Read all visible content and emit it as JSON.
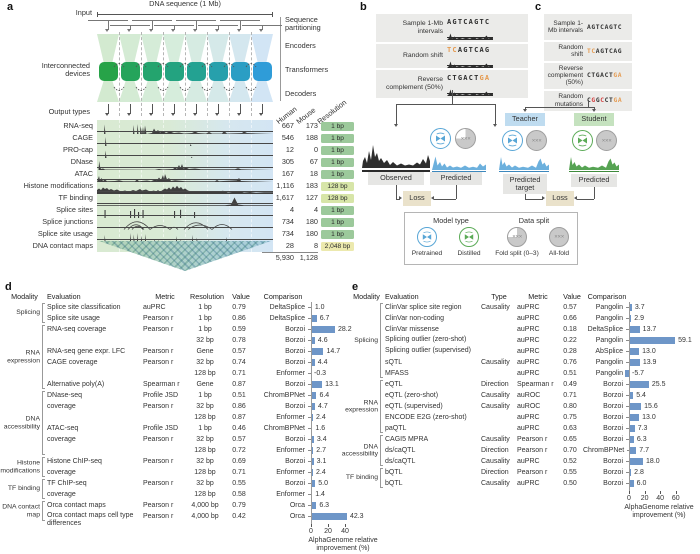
{
  "panel_a": {
    "label": "a",
    "input_label": "Input",
    "dna_sequence_label": "DNA sequence (1 Mb)",
    "interconnected_label": "Interconnected devices",
    "stage_labels": [
      "Sequence partitioning",
      "Encoders",
      "Transformers",
      "Decoders"
    ],
    "output_types_label": "Output types",
    "columns": [
      "Human",
      "Mouse",
      "Resolution"
    ],
    "tracks": [
      {
        "name": "RNA-seq",
        "human": "667",
        "mouse": "173",
        "resolution": "1 bp",
        "res_class": "r1"
      },
      {
        "name": "CAGE",
        "human": "546",
        "mouse": "188",
        "resolution": "1 bp",
        "res_class": "r1"
      },
      {
        "name": "PRO-cap",
        "human": "12",
        "mouse": "0",
        "resolution": "1 bp",
        "res_class": "r1"
      },
      {
        "name": "DNase",
        "human": "305",
        "mouse": "67",
        "resolution": "1 bp",
        "res_class": "r1"
      },
      {
        "name": "ATAC",
        "human": "167",
        "mouse": "18",
        "resolution": "1 bp",
        "res_class": "r1"
      },
      {
        "name": "Histone modifications",
        "human": "1,116",
        "mouse": "183",
        "resolution": "128 bp",
        "res_class": "r128"
      },
      {
        "name": "TF binding",
        "human": "1,617",
        "mouse": "127",
        "resolution": "128 bp",
        "res_class": "r128"
      },
      {
        "name": "Splice sites",
        "human": "4",
        "mouse": "4",
        "resolution": "1 bp",
        "res_class": "r1"
      },
      {
        "name": "Splice junctions",
        "human": "734",
        "mouse": "180",
        "resolution": "1 bp",
        "res_class": "r1"
      },
      {
        "name": "Splice site usage",
        "human": "734",
        "mouse": "180",
        "resolution": "1 bp",
        "res_class": "r1"
      },
      {
        "name": "DNA contact maps",
        "human": "28",
        "mouse": "8",
        "resolution": "2,048 bp",
        "res_class": "r2048"
      }
    ],
    "totals": {
      "human": "5,930",
      "mouse": "1,128"
    }
  },
  "panel_b": {
    "label": "b",
    "steps": [
      {
        "label": "Sample 1-Mb intervals",
        "seq": [
          {
            "t": "AGTCAGTC",
            "c": "k"
          }
        ]
      },
      {
        "label": "Random shift",
        "seq": [
          {
            "t": "TC",
            "c": "o"
          },
          {
            "t": "AGTCAG",
            "c": "k"
          }
        ]
      },
      {
        "label": "Reverse complement (50%)",
        "seq": [
          {
            "t": "CTGACT",
            "c": "k"
          },
          {
            "t": "GA",
            "c": "o"
          }
        ]
      }
    ],
    "observed_label": "Observed",
    "predicted_label": "Predicted",
    "loss_label": "Loss"
  },
  "panel_c": {
    "label": "c",
    "steps": [
      {
        "label": "Sample 1-Mb intervals",
        "seq": [
          {
            "t": "AGTCAGTC",
            "c": "k"
          }
        ]
      },
      {
        "label": "Random shift",
        "seq": [
          {
            "t": "TC",
            "c": "o"
          },
          {
            "t": "AGTCAG",
            "c": "k"
          }
        ]
      },
      {
        "label": "Reverse complement (50%)",
        "seq": [
          {
            "t": "CTGACT",
            "c": "k"
          },
          {
            "t": "GA",
            "c": "o"
          }
        ]
      },
      {
        "label": "Random mutations",
        "seq": [
          {
            "t": "C",
            "c": "k"
          },
          {
            "t": "G",
            "c": "r"
          },
          {
            "t": "G",
            "c": "k"
          },
          {
            "t": "C",
            "c": "r"
          },
          {
            "t": "C",
            "c": "k"
          },
          {
            "t": "T",
            "c": "k"
          },
          {
            "t": "GA",
            "c": "o"
          }
        ]
      }
    ],
    "teacher_label": "Teacher",
    "student_label": "Student",
    "predicted_target_label": "Predicted target",
    "predicted_label": "Predicted",
    "loss_label": "Loss"
  },
  "legend": {
    "model_type_title": "Model type",
    "data_split_title": "Data split",
    "pretrained_label": "Pretrained",
    "distilled_label": "Distilled",
    "fold_split_label": "Fold split (0–3)",
    "all_fold_label": "All-fold"
  },
  "panel_d": {
    "label": "d",
    "headers": [
      "Modality",
      "Evaluation",
      "Metric",
      "Resolution",
      "Value",
      "Comparison"
    ],
    "axis": {
      "ticks": [
        "0",
        "20",
        "40"
      ],
      "tick_values": [
        0,
        20,
        40
      ],
      "label_line1": "AlphaGenome relative",
      "label_line2": "improvement (%)"
    },
    "groups": [
      {
        "modality": "Splicing",
        "rows": [
          {
            "evaluation": "Splice site classification",
            "metric": "auPRC",
            "resolution": "1 bp",
            "value": "0.79",
            "comparison": "DeltaSplice",
            "improvement": 1.0
          },
          {
            "evaluation": "Splice site usage",
            "metric": "Pearson r",
            "resolution": "1 bp",
            "value": "0.86",
            "comparison": "DeltaSplice",
            "improvement": 6.7
          }
        ]
      },
      {
        "modality": "RNA expression",
        "rows": [
          {
            "evaluation": "RNA-seq coverage",
            "metric": "Pearson r",
            "resolution": "1 bp",
            "value": "0.59",
            "comparison": "Borzoi",
            "improvement": 28.2
          },
          {
            "evaluation": "",
            "metric": "",
            "resolution": "32 bp",
            "value": "0.78",
            "comparison": "Borzoi",
            "improvement": 4.6
          },
          {
            "evaluation": "RNA-seq gene expr. LFC",
            "metric": "Pearson r",
            "resolution": "Gene",
            "value": "0.57",
            "comparison": "Borzoi",
            "improvement": 14.7
          },
          {
            "evaluation": "CAGE coverage",
            "metric": "Pearson r",
            "resolution": "32 bp",
            "value": "0.74",
            "comparison": "Borzoi",
            "improvement": 4.4
          },
          {
            "evaluation": "",
            "metric": "",
            "resolution": "128 bp",
            "value": "0.71",
            "comparison": "Enformer",
            "improvement": -0.3
          },
          {
            "evaluation": "Alternative poly(A)",
            "metric": "Spearman r",
            "resolution": "Gene",
            "value": "0.87",
            "comparison": "Borzoi",
            "improvement": 13.1
          }
        ]
      },
      {
        "modality": "DNA accessibility",
        "rows": [
          {
            "evaluation": "DNase-seq",
            "metric": "Profile JSD",
            "resolution": "1 bp",
            "value": "0.51",
            "comparison": "ChromBPNet",
            "improvement": 6.4
          },
          {
            "evaluation": "coverage",
            "metric": "Pearson r",
            "resolution": "32 bp",
            "value": "0.86",
            "comparison": "Borzoi",
            "improvement": 4.7
          },
          {
            "evaluation": "",
            "metric": "",
            "resolution": "128 bp",
            "value": "0.87",
            "comparison": "Enformer",
            "improvement": 2.4
          },
          {
            "evaluation": "ATAC-seq",
            "metric": "Profile JSD",
            "resolution": "1 bp",
            "value": "0.46",
            "comparison": "ChromBPNet",
            "improvement": 1.6
          },
          {
            "evaluation": "coverage",
            "metric": "Pearson r",
            "resolution": "32 bp",
            "value": "0.57",
            "comparison": "Borzoi",
            "improvement": 3.4
          },
          {
            "evaluation": "",
            "metric": "",
            "resolution": "128 bp",
            "value": "0.72",
            "comparison": "Enformer",
            "improvement": 2.7
          }
        ]
      },
      {
        "modality": "Histone modifications",
        "rows": [
          {
            "evaluation": "Histone ChIP-seq",
            "metric": "Pearson r",
            "resolution": "32 bp",
            "value": "0.69",
            "comparison": "Borzoi",
            "improvement": 3.1
          },
          {
            "evaluation": "coverage",
            "metric": "",
            "resolution": "128 bp",
            "value": "0.71",
            "comparison": "Enformer",
            "improvement": 2.4
          }
        ]
      },
      {
        "modality": "TF binding",
        "rows": [
          {
            "evaluation": "TF ChIP-seq",
            "metric": "Pearson r",
            "resolution": "32 bp",
            "value": "0.55",
            "comparison": "Borzoi",
            "improvement": 5.0
          },
          {
            "evaluation": "coverage",
            "metric": "",
            "resolution": "128 bp",
            "value": "0.58",
            "comparison": "Enformer",
            "improvement": 1.4
          }
        ]
      },
      {
        "modality": "DNA contact map",
        "rows": [
          {
            "evaluation": "Orca contact maps",
            "metric": "Pearson r",
            "resolution": "4,000 bp",
            "value": "0.79",
            "comparison": "Orca",
            "improvement": 6.3
          },
          {
            "evaluation": "Orca contact maps cell type differences",
            "metric": "Pearson r",
            "resolution": "4,000 bp",
            "value": "0.42",
            "comparison": "Orca",
            "improvement": 42.3
          }
        ]
      }
    ]
  },
  "panel_e": {
    "label": "e",
    "headers": [
      "Modality",
      "Evaluation",
      "Type",
      "Metric",
      "Value",
      "Comparison"
    ],
    "axis": {
      "ticks": [
        "0",
        "20",
        "40",
        "60"
      ],
      "tick_values": [
        0,
        20,
        40,
        60
      ],
      "label_line1": "AlphaGenome relative",
      "label_line2": "improvement (%)"
    },
    "groups": [
      {
        "modality": "Splicing",
        "rows": [
          {
            "evaluation": "ClinVar splice site region",
            "type": "Causality",
            "metric": "auPRC",
            "value": "0.57",
            "comparison": "Pangolin",
            "improvement": 3.7
          },
          {
            "evaluation": "ClinVar non-coding",
            "type": "",
            "metric": "auPRC",
            "value": "0.66",
            "comparison": "Pangolin",
            "improvement": 2.9
          },
          {
            "evaluation": "ClinVar missense",
            "type": "",
            "metric": "auPRC",
            "value": "0.18",
            "comparison": "DeltaSplice",
            "improvement": 13.7
          },
          {
            "evaluation": "Splicing outlier (zero-shot)",
            "type": "",
            "metric": "auPRC",
            "value": "0.22",
            "comparison": "Pangolin",
            "improvement": 59.1
          },
          {
            "evaluation": "Splicing outlier (supervised)",
            "type": "",
            "metric": "auPRC",
            "value": "0.28",
            "comparison": "AbSplice",
            "improvement": 13.0
          },
          {
            "evaluation": "sQTL",
            "type": "Causality",
            "metric": "auPRC",
            "value": "0.76",
            "comparison": "Pangolin",
            "improvement": 13.9
          },
          {
            "evaluation": "MFASS",
            "type": "",
            "metric": "auPRC",
            "value": "0.51",
            "comparison": "Pangolin",
            "improvement": -5.7
          }
        ]
      },
      {
        "modality": "RNA expression",
        "rows": [
          {
            "evaluation": "eQTL",
            "type": "Direction",
            "metric": "Spearman r",
            "value": "0.49",
            "comparison": "Borzoi",
            "improvement": 25.5
          },
          {
            "evaluation": "eQTL (zero-shot)",
            "type": "Causality",
            "metric": "auROC",
            "value": "0.71",
            "comparison": "Borzoi",
            "improvement": 5.4
          },
          {
            "evaluation": "eQTL (supervised)",
            "type": "Causality",
            "metric": "auROC",
            "value": "0.80",
            "comparison": "Borzoi",
            "improvement": 15.6
          },
          {
            "evaluation": "ENCODE E2G (zero-shot)",
            "type": "",
            "metric": "auPRC",
            "value": "0.75",
            "comparison": "Borzoi",
            "improvement": 13.0
          },
          {
            "evaluation": "paQTL",
            "type": "",
            "metric": "auPRC",
            "value": "0.63",
            "comparison": "Borzoi",
            "improvement": 7.3
          }
        ]
      },
      {
        "modality": "DNA accessibility",
        "rows": [
          {
            "evaluation": "CAGI5 MPRA",
            "type": "Causality",
            "metric": "Pearson r",
            "value": "0.65",
            "comparison": "Borzoi",
            "improvement": 6.3
          },
          {
            "evaluation": "ds/caQTL",
            "type": "Direction",
            "metric": "Pearson r",
            "value": "0.70",
            "comparison": "ChromBPNet",
            "improvement": 7.7
          },
          {
            "evaluation": "ds/caQTL",
            "type": "Causality",
            "metric": "auPRC",
            "value": "0.52",
            "comparison": "Borzoi",
            "improvement": 18.0
          }
        ]
      },
      {
        "modality": "TF binding",
        "rows": [
          {
            "evaluation": "bQTL",
            "type": "Direction",
            "metric": "Pearson r",
            "value": "0.55",
            "comparison": "Borzoi",
            "improvement": 2.8
          },
          {
            "evaluation": "bQTL",
            "type": "Causality",
            "metric": "auPRC",
            "value": "0.50",
            "comparison": "Borzoi",
            "improvement": 6.0
          }
        ]
      }
    ]
  }
}
